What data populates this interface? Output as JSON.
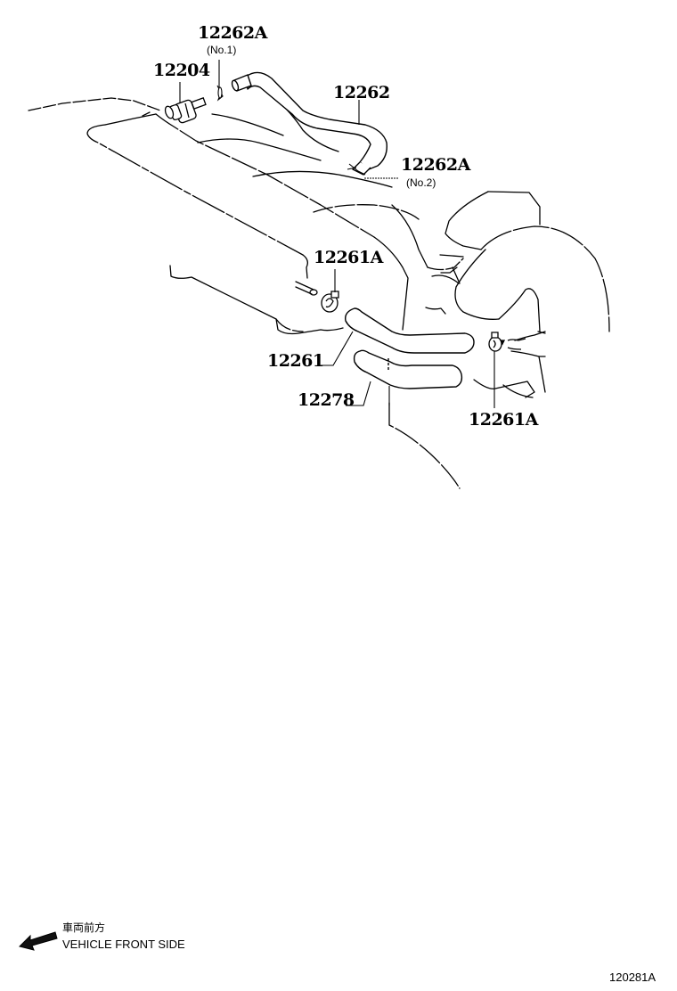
{
  "diagram": {
    "type": "exploded parts diagram",
    "subject": "engine ventilation hoses / PCV"
  },
  "parts": [
    {
      "id": "12262A_no1",
      "number": "12262A",
      "sub": "(No.1)"
    },
    {
      "id": "12204",
      "number": "12204"
    },
    {
      "id": "12262",
      "number": "12262"
    },
    {
      "id": "12262A_no2",
      "number": "12262A",
      "sub": "(No.2)"
    },
    {
      "id": "12261A_left",
      "number": "12261A"
    },
    {
      "id": "12261",
      "number": "12261"
    },
    {
      "id": "12278",
      "number": "12278"
    },
    {
      "id": "12261A_right",
      "number": "12261A"
    }
  ],
  "legend": {
    "japanese": "車両前方",
    "english": "VEHICLE FRONT SIDE",
    "icon": "arrow-left-icon"
  },
  "drawing_id": "120281A"
}
